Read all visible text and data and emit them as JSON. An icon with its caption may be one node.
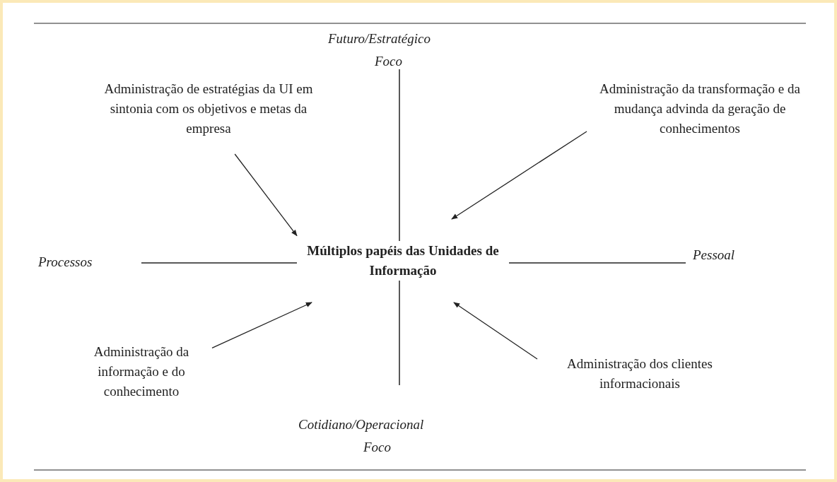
{
  "diagram": {
    "nodes": [
      {
        "text": [
          "Administração de estratégias da UI em sintonia com os objetivos e metas da empresa"
        ]
      },
      {
        "text": [
          "Administração da transformação e da mudança advinda da geração de conhecimentos"
        ]
      },
      {
        "text": [
          "Múltiplos papéis das Unidades de Informação"
        ]
      },
      {
        "text": [
          "Administração da informação e do conhecimento"
        ]
      },
      {
        "text": [
          "Administração dos clientes informacionais"
        ]
      }
    ],
    "edges": [
      {
        "from": 0,
        "to": 2,
        "arrow": "to"
      },
      {
        "from": 1,
        "to": 2,
        "arrow": "to"
      },
      {
        "from": 3,
        "to": 2,
        "arrow": "to"
      },
      {
        "from": 4,
        "to": 2,
        "arrow": "to"
      }
    ],
    "labels": [
      "Futuro/Estratégico",
      "Foco",
      "Processos",
      "Pessoal",
      "Cotidiano/Operacional",
      "Foco"
    ]
  }
}
